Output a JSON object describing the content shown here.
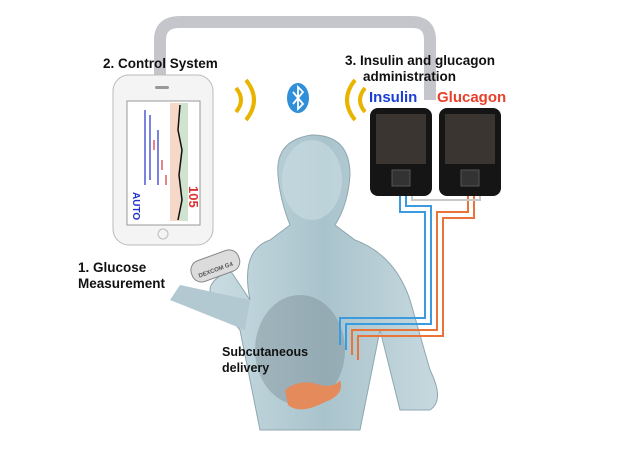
{
  "labels": {
    "control_system": "2. Control System",
    "administration_line1": "3. Insulin and glucagon",
    "administration_line2": "administration",
    "glucose_line1": "1. Glucose",
    "glucose_line2": "Measurement",
    "delivery_line1": "Subcutaneous",
    "delivery_line2": "delivery"
  },
  "pumps": {
    "insulin": "Insulin",
    "glucagon": "Glucagon"
  },
  "phone": {
    "glucose_value": "105",
    "mode": "AUTO"
  },
  "sensor_label": "DEXCOM G4",
  "colors": {
    "insulin": "#1a3fd6",
    "glucagon": "#e8402a",
    "insulin_tube": "#3a9be0",
    "glucagon_tube": "#e8743a",
    "wireless": "#e8b400",
    "bluetooth": "#2f8fd8",
    "body": "#b9cfd6",
    "link_arc": "#c4c6cc"
  },
  "icons": [
    "wireless-signal-icon",
    "bluetooth-icon"
  ]
}
